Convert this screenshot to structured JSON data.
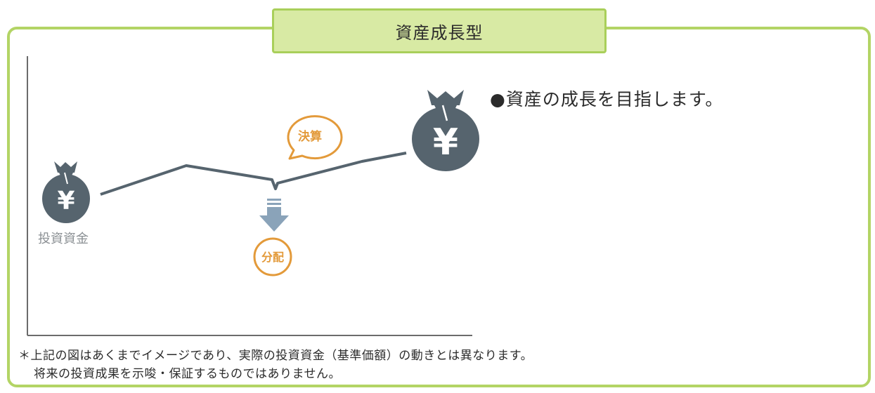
{
  "title": "資産成長型",
  "bullet": "●資産の成長を目指します。",
  "labels": {
    "investment": "投資資金",
    "settlement": "決算",
    "distribution": "分配"
  },
  "icons": {
    "small_bag": "yen-money-bag-icon",
    "large_bag": "yen-money-bag-icon",
    "arrow": "down-arrow-icon",
    "yen_symbol": "¥"
  },
  "colors": {
    "frame": "#b3d465",
    "title_bg": "#d8eaa4",
    "bag": "#56646e",
    "line": "#56646e",
    "accent": "#e39a3a",
    "arrow": "#8aa3b9"
  },
  "notes": [
    "＊上記の図はあくまでイメージであり、実際の投資資金（基準価額）の動きとは異なります。",
    "将来の投資成果を示唆・保証するものではありません。"
  ]
}
